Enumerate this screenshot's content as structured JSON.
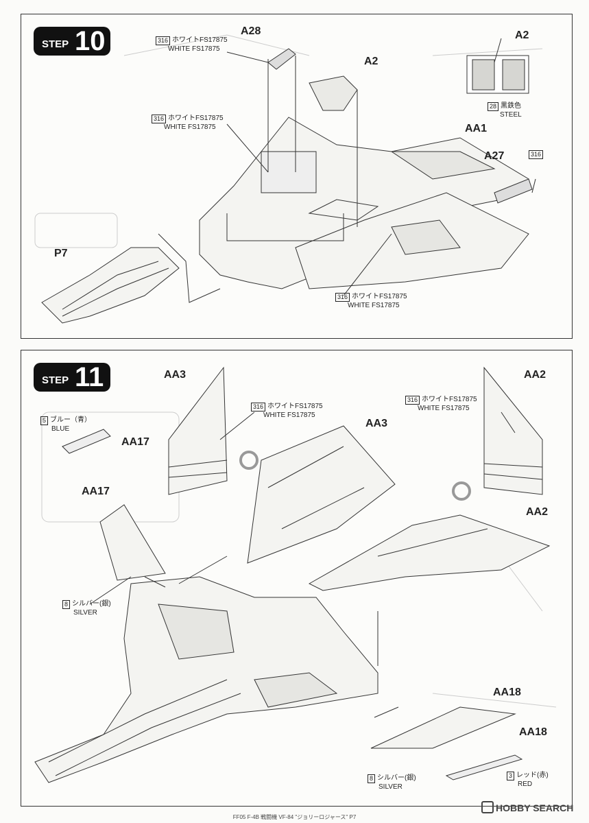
{
  "step10": {
    "step_word": "STEP",
    "step_number": "10",
    "parts": {
      "a28": "A28",
      "a2_top": "A2",
      "a2_right": "A2",
      "aa1": "AA1",
      "a27": "A27",
      "p7": "P7"
    },
    "notes": {
      "n1": {
        "code": "316",
        "jp": "ホワイトFS17875",
        "en": "WHITE FS17875"
      },
      "n2": {
        "code": "316",
        "jp": "ホワイトFS17875",
        "en": "WHITE FS17875"
      },
      "n3": {
        "code": "316",
        "jp": "ホワイトFS17875",
        "en": "WHITE FS17875"
      },
      "n4": {
        "code": "28",
        "jp": "黒鉄色",
        "en": "STEEL"
      },
      "n5": {
        "code": "316"
      }
    }
  },
  "step11": {
    "step_word": "STEP",
    "step_number": "11",
    "parts": {
      "aa3_top": "AA3",
      "aa3_mid": "AA3",
      "aa2_top": "AA2",
      "aa2_mid": "AA2",
      "aa17_top": "AA17",
      "aa17_mid": "AA17",
      "aa18_a": "AA18",
      "aa18_b": "AA18"
    },
    "notes": {
      "blue": {
        "code": "5",
        "jp": "ブルー（青）",
        "en": "BLUE"
      },
      "white_left": {
        "code": "316",
        "jp": "ホワイトFS17875",
        "en": "WHITE FS17875"
      },
      "white_right": {
        "code": "316",
        "jp": "ホワイトFS17875",
        "en": "WHITE FS17875"
      },
      "silver_left": {
        "code": "8",
        "jp": "シルバー(銀)",
        "en": "SILVER"
      },
      "silver_bottom": {
        "code": "8",
        "jp": "シルバー(銀)",
        "en": "SILVER"
      },
      "red": {
        "code": "3",
        "jp": "レッド(赤)",
        "en": "RED"
      }
    }
  },
  "footer": "FF05 F-4B 戦闘機 VF-84 \"ジョリーロジャース\" P7",
  "watermark": "HOBBY SEARCH"
}
